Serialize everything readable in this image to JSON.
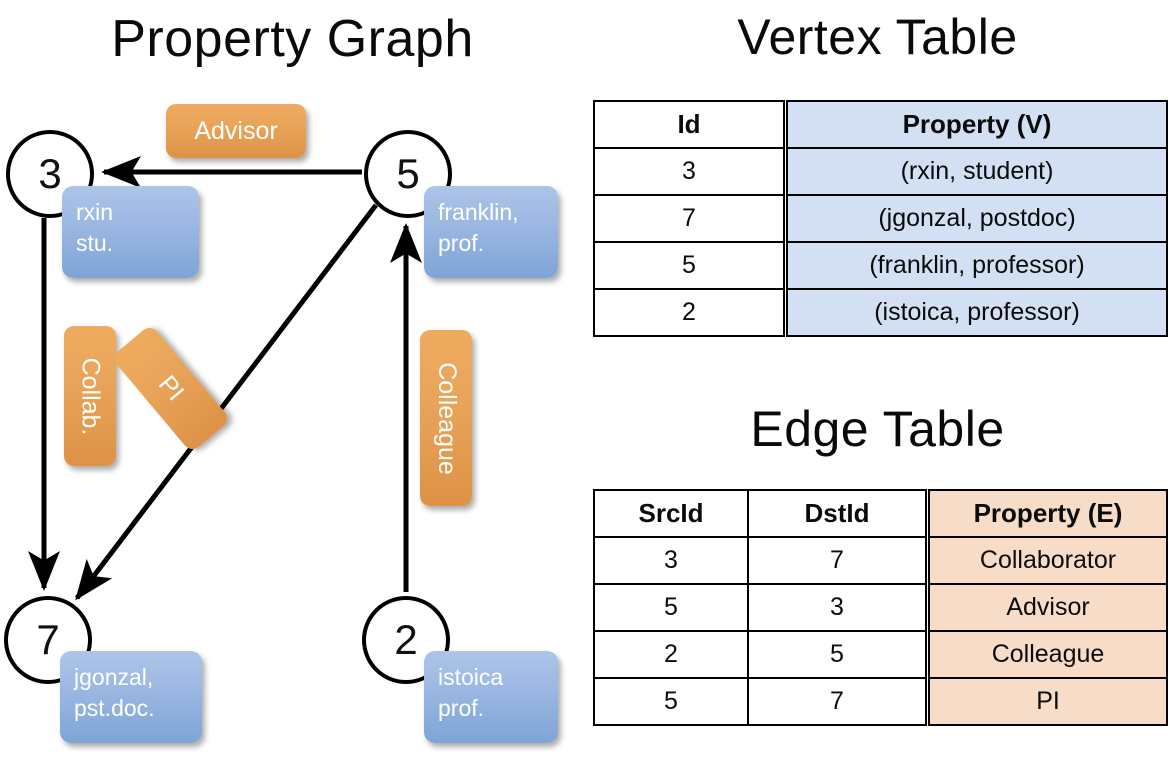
{
  "titles": {
    "property_graph": "Property Graph",
    "vertex_table": "Vertex Table",
    "edge_table": "Edge Table"
  },
  "graph": {
    "nodes": [
      {
        "id": "3",
        "label": "3",
        "property_line1": "rxin",
        "property_line2": "stu."
      },
      {
        "id": "5",
        "label": "5",
        "property_line1": "franklin,",
        "property_line2": "prof."
      },
      {
        "id": "7",
        "label": "7",
        "property_line1": "jgonzal,",
        "property_line2": "pst.doc."
      },
      {
        "id": "2",
        "label": "2",
        "property_line1": "istoica",
        "property_line2": "prof."
      }
    ],
    "edge_labels": [
      {
        "name": "advisor",
        "text": "Advisor"
      },
      {
        "name": "collab",
        "text": "Collab."
      },
      {
        "name": "pi",
        "text": "PI"
      },
      {
        "name": "colleague",
        "text": "Colleague"
      }
    ]
  },
  "vertex_table": {
    "headers": [
      "Id",
      "Property (V)"
    ],
    "rows": [
      {
        "id": "3",
        "property": "(rxin, student)"
      },
      {
        "id": "7",
        "property": "(jgonzal, postdoc)"
      },
      {
        "id": "5",
        "property": "(franklin, professor)"
      },
      {
        "id": "2",
        "property": "(istoica, professor)"
      }
    ]
  },
  "edge_table": {
    "headers": [
      "SrcId",
      "DstId",
      "Property (E)"
    ],
    "rows": [
      {
        "src": "3",
        "dst": "7",
        "property": "Collaborator"
      },
      {
        "src": "5",
        "dst": "3",
        "property": "Advisor"
      },
      {
        "src": "2",
        "dst": "5",
        "property": "Colleague"
      },
      {
        "src": "5",
        "dst": "7",
        "property": "PI"
      }
    ]
  },
  "colors": {
    "vertex_property_fill": "#d3dff2",
    "edge_property_fill": "#f7ddc7",
    "node_property_box": "#8fb0e0",
    "edge_label_box": "#e8a359",
    "stroke": "#000000",
    "background": "#ffffff"
  }
}
